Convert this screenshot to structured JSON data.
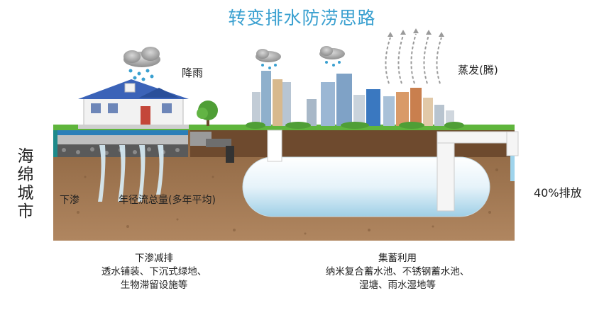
{
  "title": "转变排水防涝思路",
  "side_label": "海绵城市",
  "labels": {
    "rain": "降雨",
    "evaporation": "蒸发(腾)",
    "infiltrate": "下渗",
    "runoff": "年径流总量(多年平均)",
    "discharge": "40%排放"
  },
  "captions": {
    "left": {
      "title": "下渗减排",
      "line1": "透水铺装、下沉式绿地、",
      "line2": "生物滞留设施等"
    },
    "right": {
      "title": "集蓄利用",
      "line1": "纳米复合蓄水池、不锈钢蓄水池、",
      "line2": "湿塘、雨水湿地等"
    }
  },
  "colors": {
    "title": "#3aa0d0",
    "soil": "#a57a52",
    "grass": "#5fb53c",
    "water": "#9fd4ec"
  }
}
